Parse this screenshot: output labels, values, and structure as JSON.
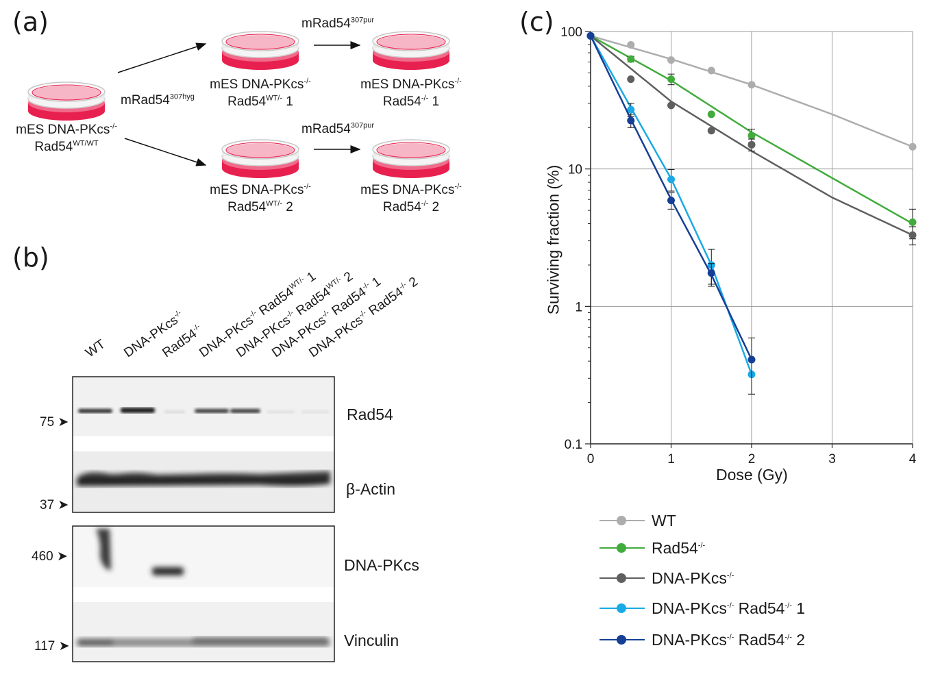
{
  "panels": {
    "a": "(a)",
    "b": "(b)",
    "c": "(c)"
  },
  "panel_a": {
    "parent": {
      "l1": "mES DNA-PKcs",
      "l1sup": "-/-",
      "l2": "Rad54",
      "l2sup": "WT/WT"
    },
    "hyg": {
      "text": "mRad54",
      "sup": "307hyg"
    },
    "pur_top": {
      "text": "mRad54",
      "sup": "307pur"
    },
    "pur_bot": {
      "text": "mRad54",
      "sup": "307pur"
    },
    "het1": {
      "l1": "mES DNA-PKcs",
      "l1sup": "-/-",
      "l2": "Rad54",
      "l2sup": "WT/-",
      "l2tail": " 1"
    },
    "het2": {
      "l1": "mES DNA-PKcs",
      "l1sup": "-/-",
      "l2": "Rad54",
      "l2sup": "WT/-",
      "l2tail": " 2"
    },
    "ko1": {
      "l1": "mES DNA-PKcs",
      "l1sup": "-/-",
      "l2": "Rad54",
      "l2sup": "-/-",
      "l2tail": " 1"
    },
    "ko2": {
      "l1": "mES DNA-PKcs",
      "l1sup": "-/-",
      "l2": "Rad54",
      "l2sup": "-/-",
      "l2tail": " 2"
    }
  },
  "panel_b": {
    "lanes": [
      {
        "t1": "WT"
      },
      {
        "t1": "DNA-PKcs",
        "s1": "-/-"
      },
      {
        "t1": "Rad54",
        "s1": "-/-"
      },
      {
        "t1": "DNA-PKcs",
        "s1": "-/-",
        "t2": " Rad54",
        "s2": "WT/-",
        "t3": " 1"
      },
      {
        "t1": "DNA-PKcs",
        "s1": "-/-",
        "t2": " Rad54",
        "s2": "WT/-",
        "t3": " 2"
      },
      {
        "t1": "DNA-PKcs",
        "s1": "-/-",
        "t2": " Rad54",
        "s2": "-/-",
        "t3": " 1"
      },
      {
        "t1": "DNA-PKcs",
        "s1": "-/-",
        "t2": " Rad54",
        "s2": "-/-",
        "t3": " 2"
      }
    ],
    "blots": {
      "rad54": "Rad54",
      "actin": "β-Actin",
      "dnapkcs": "DNA-PKcs",
      "vinculin": "Vinculin"
    },
    "markers": {
      "m75": "75",
      "m37": "37",
      "m460": "460",
      "m117": "117"
    }
  },
  "chart_data": {
    "type": "line",
    "xlabel": "Dose (Gy)",
    "ylabel": "Surviving fraction (%)",
    "yscale": "log",
    "xlim": [
      0,
      4
    ],
    "ylim": [
      0.1,
      100
    ],
    "xticks": [
      "0",
      "1",
      "2",
      "3",
      "4"
    ],
    "yticks": [
      "0.1",
      "1",
      "10",
      "100"
    ],
    "grid": true,
    "legend_position": "bottom",
    "series": [
      {
        "name": "WT",
        "color": "#adadad",
        "x": [
          0,
          0.5,
          1,
          1.5,
          2,
          4
        ],
        "y": [
          93,
          80,
          62,
          52,
          41,
          14.5
        ],
        "err": [
          0,
          0,
          0,
          0,
          0,
          0
        ],
        "fit": [
          [
            0,
            93
          ],
          [
            1,
            63
          ],
          [
            2,
            41
          ],
          [
            3,
            25
          ],
          [
            4,
            14.5
          ]
        ]
      },
      {
        "name": "Rad54",
        "sup": "-/-",
        "color": "#42ab3d",
        "x": [
          0,
          0.5,
          1,
          1.5,
          2,
          4
        ],
        "y": [
          93,
          63,
          45,
          25,
          17.5,
          4.1
        ],
        "err": [
          0,
          3,
          4,
          0,
          2,
          1
        ],
        "fit": [
          [
            0,
            93
          ],
          [
            1,
            44
          ],
          [
            2,
            18.5
          ],
          [
            3,
            8.6
          ],
          [
            4,
            4.0
          ]
        ]
      },
      {
        "name": "DNA-PKcs",
        "sup": "-/-",
        "color": "#5f5f5f",
        "x": [
          0,
          0.5,
          1,
          1.5,
          2,
          4
        ],
        "y": [
          93,
          45,
          29,
          19,
          15,
          3.3
        ],
        "err": [
          0,
          0,
          0,
          0,
          1.5,
          0.5
        ],
        "fit": [
          [
            0,
            93
          ],
          [
            1,
            31
          ],
          [
            2,
            13.5
          ],
          [
            3,
            6.2
          ],
          [
            4,
            3.3
          ]
        ]
      },
      {
        "name": "DNA-PKcs",
        "sup": "-/-",
        "tail": " Rad54",
        "tailsup": "-/-",
        "tail2": " 1",
        "color": "#1aa9e5",
        "x": [
          0,
          0.5,
          1,
          1.5,
          2
        ],
        "y": [
          93,
          27,
          8.4,
          2.0,
          0.32
        ],
        "err": [
          0,
          3,
          1.5,
          0.6,
          0.09
        ],
        "fit": [
          [
            0,
            93
          ],
          [
            0.5,
            28
          ],
          [
            1,
            8.5
          ],
          [
            1.5,
            2.0
          ],
          [
            2,
            0.32
          ]
        ]
      },
      {
        "name": "DNA-PKcs",
        "sup": "-/-",
        "tail": " Rad54",
        "tailsup": "-/-",
        "tail2": " 2",
        "color": "#153f96",
        "x": [
          0,
          0.5,
          1,
          1.5,
          2
        ],
        "y": [
          93,
          22.5,
          5.9,
          1.75,
          0.41
        ],
        "err": [
          0,
          2.5,
          0.8,
          0.3,
          0.18
        ],
        "fit": [
          [
            0,
            93
          ],
          [
            0.5,
            23
          ],
          [
            1,
            6.0
          ],
          [
            1.5,
            1.7
          ],
          [
            2,
            0.41
          ]
        ]
      }
    ]
  }
}
